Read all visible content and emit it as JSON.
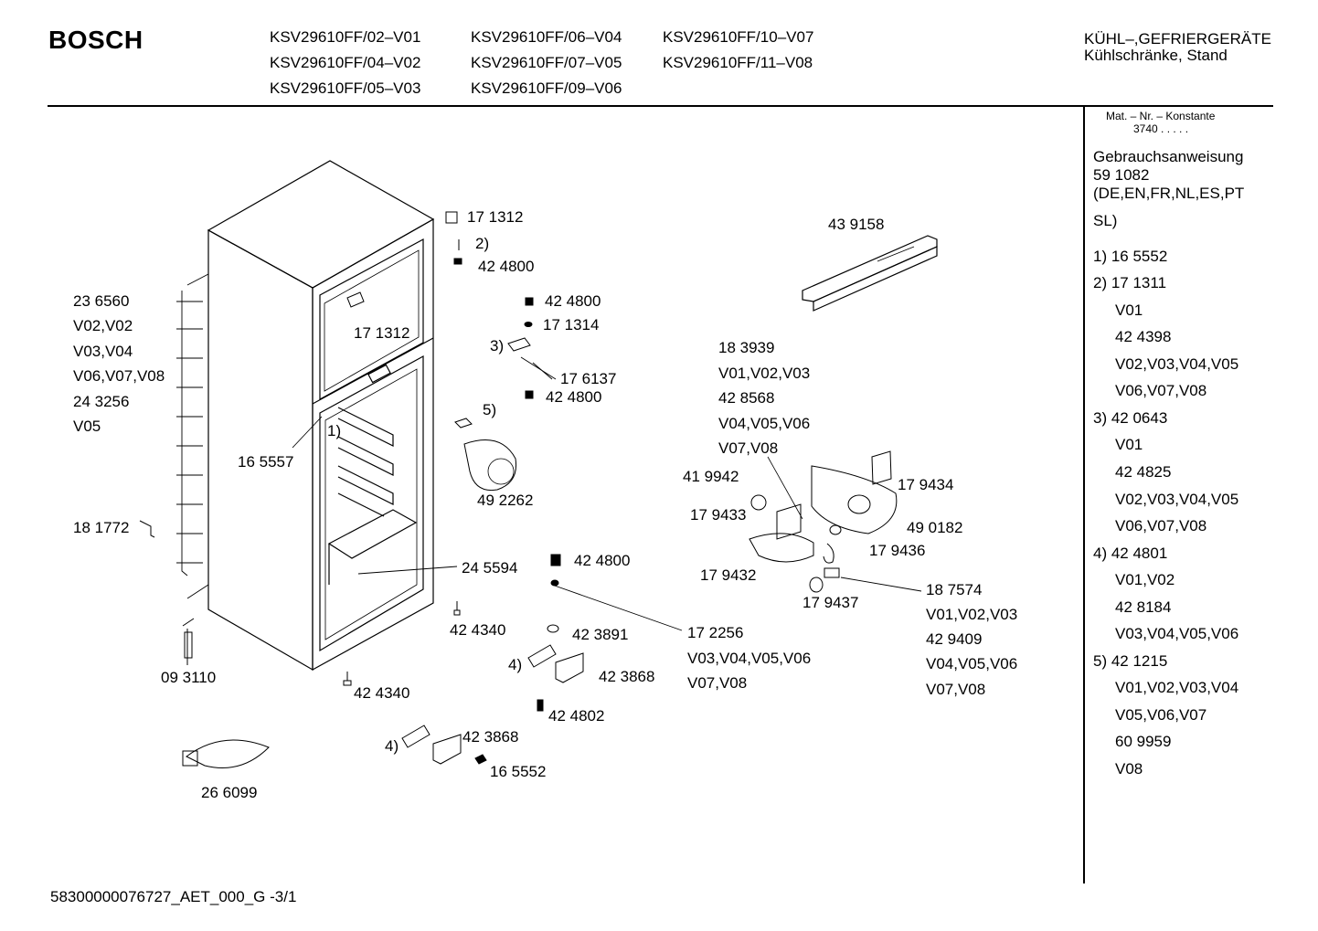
{
  "header": {
    "brand": "BOSCH",
    "models": [
      "KSV29610FF/02–V01",
      "KSV29610FF/06–V04",
      "KSV29610FF/10–V07",
      "KSV29610FF/04–V02",
      "KSV29610FF/07–V05",
      "KSV29610FF/11–V08",
      "KSV29610FF/05–V03",
      "KSV29610FF/09–V06"
    ],
    "category_line1": "KÜHL–,GEFRIERGERÄTE",
    "category_line2": "Kühlschränke, Stand"
  },
  "sidebar": {
    "mat_label": "Mat. – Nr. – Konstante",
    "mat_value": "3740  .   .   .   .   .",
    "lines": [
      "Gebrauchsanweisung",
      "59 1082",
      "(DE,EN,FR,NL,ES,PT",
      "SL)",
      "1) 16 5552",
      "2) 17 1311",
      "V01",
      "42 4398",
      "V02,V03,V04,V05",
      "V06,V07,V08",
      "3) 42 0643",
      "V01",
      "42 4825",
      "V02,V03,V04,V05",
      "V06,V07,V08",
      "4) 42 4801",
      "V01,V02",
      "42 8184",
      "V03,V04,V05,V06",
      "5) 42 1215",
      "V01,V02,V03,V04",
      "V05,V06,V07",
      "60 9959",
      "V08"
    ]
  },
  "labels": [
    "17 1312",
    "2)",
    "42 4800",
    "42 4800",
    "17 1314",
    "3)",
    "17 6137",
    "42 4800",
    "17 1312",
    "5)",
    "1)",
    "16 5557",
    "49 2262",
    "23 6560",
    "V02,V02",
    "V03,V04",
    "V06,V07,V08",
    "24 3256",
    "V05",
    "18 1772",
    "42 4800",
    "24 5594",
    "42 4340",
    "42 3891",
    "4)",
    "42 3868",
    "09 3110",
    "42 4340",
    "42 4802",
    "4)",
    "42 3868",
    "16 5552",
    "26 6099",
    "43 9158",
    "18 3939",
    "V01,V02,V03",
    "42 8568",
    "V04,V05,V06",
    "V07,V08",
    "41 9942",
    "17 9433",
    "17 9434",
    "49 0182",
    "17 9436",
    "17 9432",
    "17 9437",
    "18 7574",
    "V01,V02,V03",
    "42 9409",
    "V04,V05,V06",
    "V07,V08",
    "17 2256",
    "V03,V04,V05,V06",
    "V07,V08"
  ],
  "footer": {
    "code": "58300000076727_AET_000_G -3/1"
  }
}
